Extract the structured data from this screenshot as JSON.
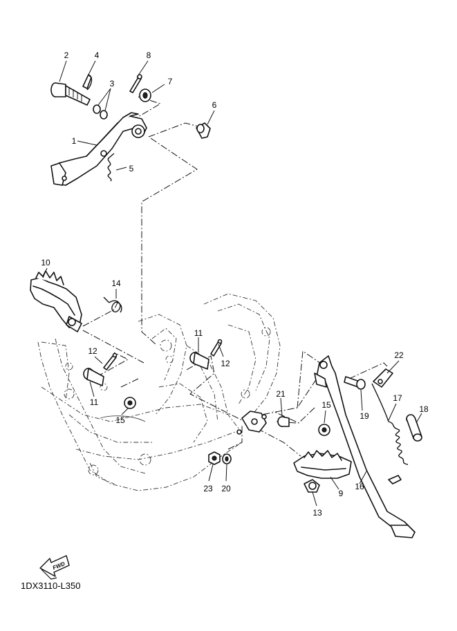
{
  "diagram": {
    "drawing_code": "1DX3110-L350",
    "fwd_label": "FWD",
    "callouts": [
      {
        "id": "c1",
        "label": "1"
      },
      {
        "id": "c2",
        "label": "2"
      },
      {
        "id": "c3",
        "label": "3"
      },
      {
        "id": "c4",
        "label": "4"
      },
      {
        "id": "c5",
        "label": "5"
      },
      {
        "id": "c6",
        "label": "6"
      },
      {
        "id": "c7",
        "label": "7"
      },
      {
        "id": "c8",
        "label": "8"
      },
      {
        "id": "c9",
        "label": "9"
      },
      {
        "id": "c10",
        "label": "10"
      },
      {
        "id": "c11a",
        "label": "11"
      },
      {
        "id": "c11b",
        "label": "11"
      },
      {
        "id": "c12a",
        "label": "12"
      },
      {
        "id": "c12b",
        "label": "12"
      },
      {
        "id": "c13",
        "label": "13"
      },
      {
        "id": "c14",
        "label": "14"
      },
      {
        "id": "c15a",
        "label": "15"
      },
      {
        "id": "c15b",
        "label": "15"
      },
      {
        "id": "c16",
        "label": "16"
      },
      {
        "id": "c17",
        "label": "17"
      },
      {
        "id": "c18",
        "label": "18"
      },
      {
        "id": "c19",
        "label": "19"
      },
      {
        "id": "c20",
        "label": "20"
      },
      {
        "id": "c21",
        "label": "21"
      },
      {
        "id": "c22",
        "label": "22"
      },
      {
        "id": "c23",
        "label": "23"
      }
    ]
  }
}
